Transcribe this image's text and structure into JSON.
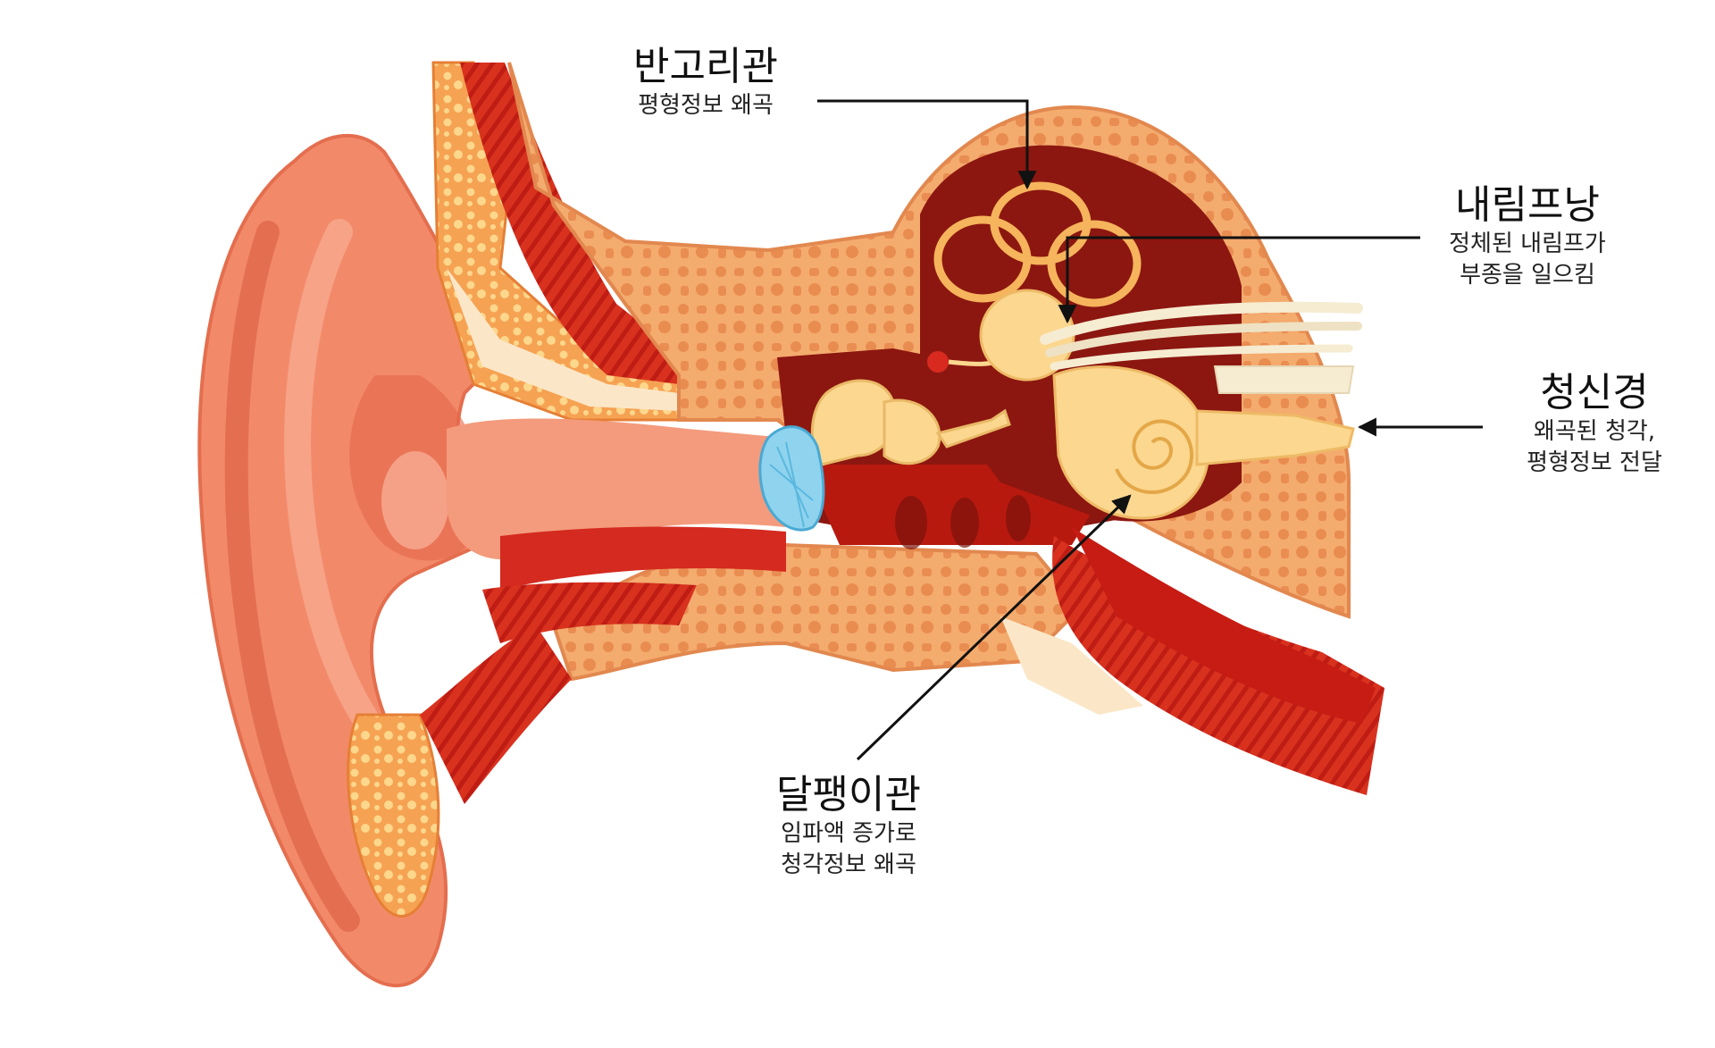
{
  "labels": {
    "semicircular_canal": {
      "title": "반고리관",
      "desc": [
        "평형정보 왜곡"
      ]
    },
    "endolymphatic_sac": {
      "title": "내림프낭",
      "desc": [
        "정체된 내림프가",
        "부종을 일으킴"
      ]
    },
    "auditory_nerve": {
      "title": "청신경",
      "desc": [
        "왜곡된 청각,",
        "평형정보 전달"
      ]
    },
    "cochlea": {
      "title": "달팽이관",
      "desc": [
        "임파액 증가로",
        "청각정보 왜곡"
      ]
    }
  },
  "colors": {
    "skin": "#f28a6a",
    "skin_dark": "#e06848",
    "bone": "#f4ab6e",
    "muscle": "#d42a1f",
    "cavity": "#8c1710",
    "inner_ear": "#fbd78f",
    "eardrum": "#8fd3ee",
    "leader_line": "#111111"
  }
}
